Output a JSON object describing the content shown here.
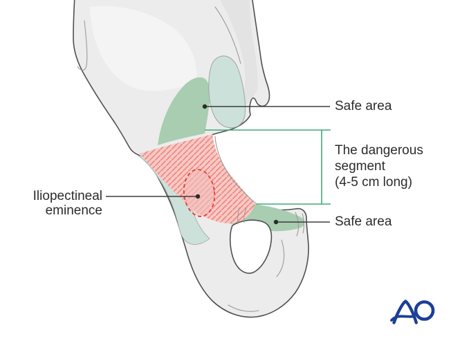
{
  "figure": {
    "labels": {
      "safe_area_top": "Safe area",
      "safe_area_bottom": "Safe area",
      "dangerous_segment_lines": [
        "The dangerous",
        "segment",
        "(4-5 cm long)"
      ],
      "iliopectineal_lines": [
        "Iliopectineal",
        "eminence"
      ]
    },
    "logo": {
      "alt": "AO"
    },
    "colors": {
      "bone_fill": "#ececec",
      "bone_outline": "#4f4f4f",
      "safe_area_green": "#a8cdb0",
      "cartilage_teal": "#cde1db",
      "danger_pink_fill": "#f6c9c6",
      "danger_hatch": "#f0897f",
      "eminence_dashed_red": "#e23b32",
      "bracket_green": "#3fa878",
      "leader_line": "#3d3d3d",
      "text": "#2b2b2b",
      "logo_blue": "#1c3e96"
    }
  }
}
